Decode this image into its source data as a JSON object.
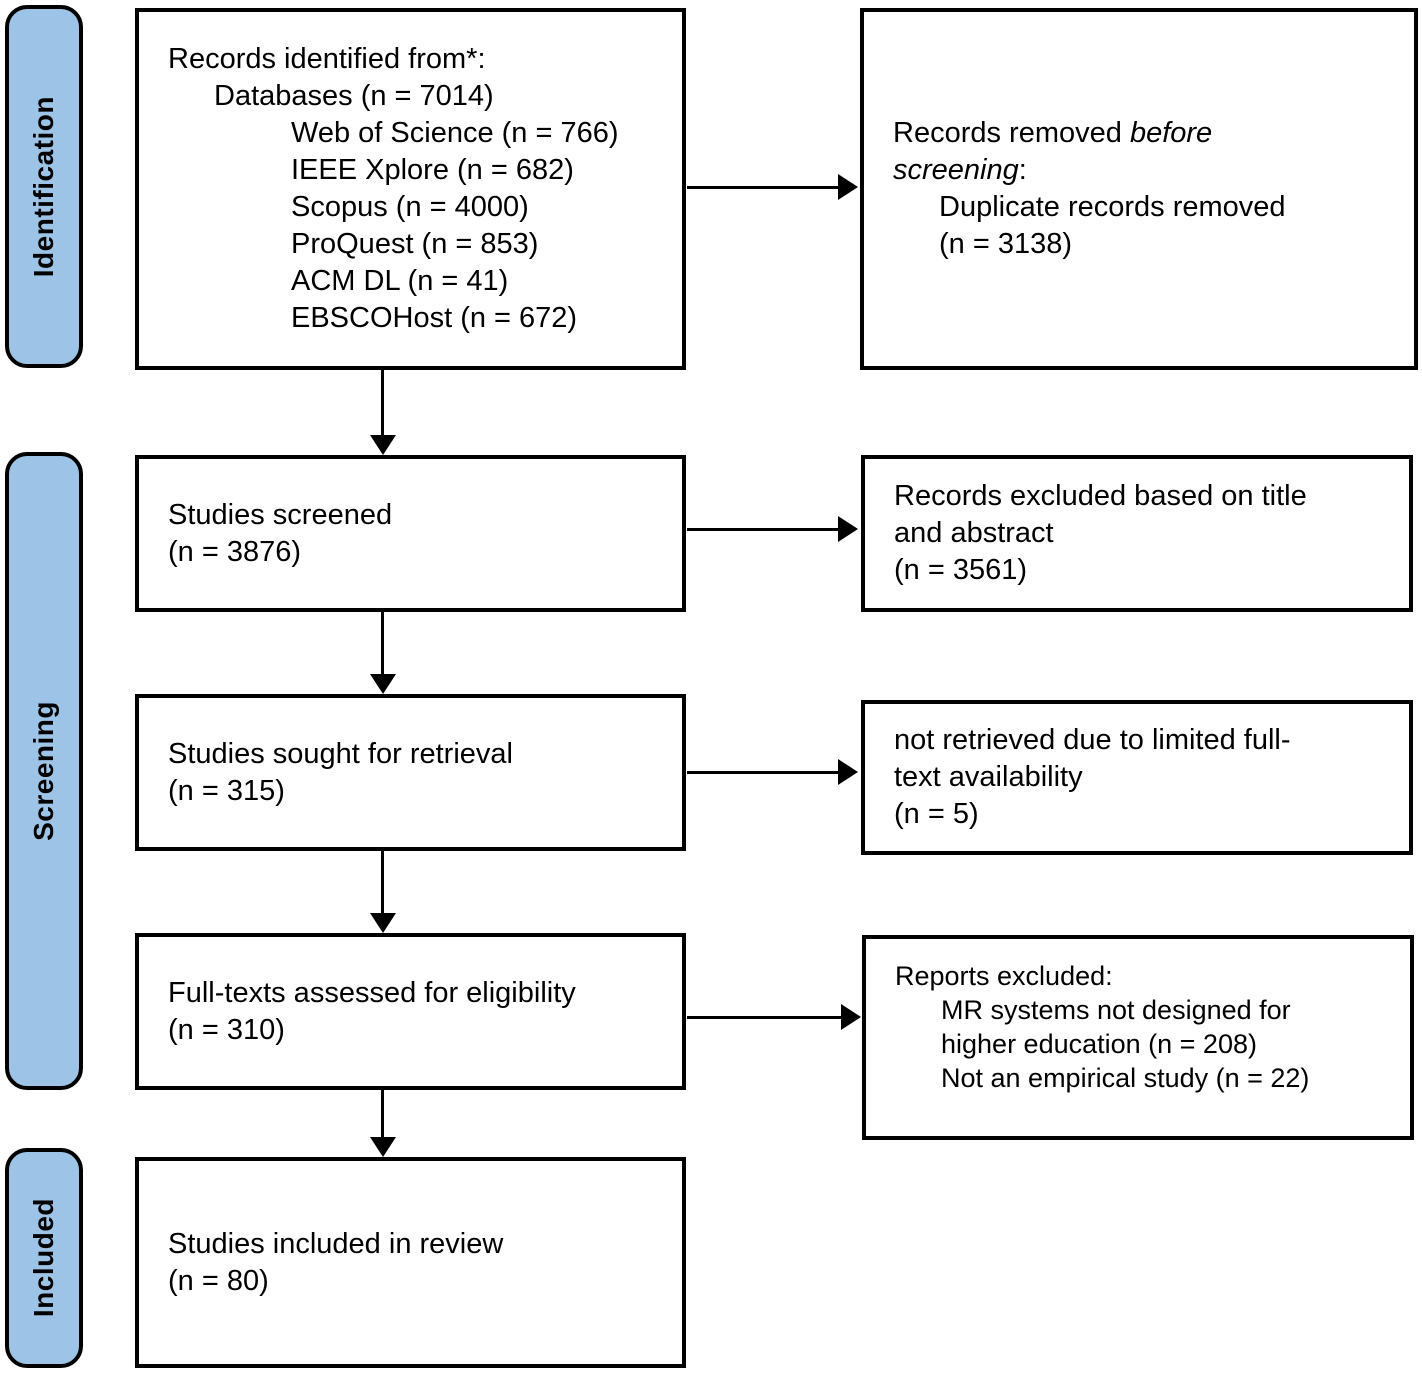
{
  "colors": {
    "stage_fill": "#9DC3E6",
    "border": "#000000",
    "box_fill": "#FFFFFF"
  },
  "stages": {
    "identification": "Identification",
    "screening": "Screening",
    "included": "Included"
  },
  "boxes": {
    "records_identified": {
      "lines": [
        {
          "indent": 0,
          "parts": [
            {
              "t": "Records identified from*:"
            }
          ]
        },
        {
          "indent": 1,
          "parts": [
            {
              "t": "Databases (n = 7014)"
            }
          ]
        },
        {
          "indent": 2,
          "parts": [
            {
              "t": "Web of Science (n = 766)"
            }
          ]
        },
        {
          "indent": 2,
          "parts": [
            {
              "t": "IEEE Xplore (n = 682)"
            }
          ]
        },
        {
          "indent": 2,
          "parts": [
            {
              "t": "Scopus (n = 4000)"
            }
          ]
        },
        {
          "indent": 2,
          "parts": [
            {
              "t": "ProQuest (n = 853)"
            }
          ]
        },
        {
          "indent": 2,
          "parts": [
            {
              "t": "ACM DL (n = 41)"
            }
          ]
        },
        {
          "indent": 2,
          "parts": [
            {
              "t": "EBSCOHost (n = 672)"
            }
          ]
        }
      ]
    },
    "records_removed": {
      "lines": [
        {
          "indent": 0,
          "parts": [
            {
              "t": "Records removed "
            },
            {
              "t": "before",
              "i": true
            }
          ]
        },
        {
          "indent": 0,
          "parts": [
            {
              "t": "screening",
              "i": true
            },
            {
              "t": ":"
            }
          ]
        },
        {
          "indent": 1,
          "parts": [
            {
              "t": "Duplicate records removed"
            }
          ]
        },
        {
          "indent": 1,
          "parts": [
            {
              "t": "(n = 3138)"
            }
          ]
        }
      ]
    },
    "studies_screened": {
      "lines": [
        {
          "indent": 0,
          "parts": [
            {
              "t": "Studies screened"
            }
          ]
        },
        {
          "indent": 0,
          "parts": [
            {
              "t": "(n = 3876)"
            }
          ]
        }
      ]
    },
    "records_excluded": {
      "lines": [
        {
          "indent": 0,
          "parts": [
            {
              "t": "Records excluded based on title"
            }
          ]
        },
        {
          "indent": 0,
          "parts": [
            {
              "t": "and abstract"
            }
          ]
        },
        {
          "indent": 0,
          "parts": [
            {
              "t": "(n = 3561)"
            }
          ]
        }
      ]
    },
    "studies_sought": {
      "lines": [
        {
          "indent": 0,
          "parts": [
            {
              "t": "Studies sought for retrieval"
            }
          ]
        },
        {
          "indent": 0,
          "parts": [
            {
              "t": "(n = 315)"
            }
          ]
        }
      ]
    },
    "not_retrieved": {
      "lines": [
        {
          "indent": 0,
          "parts": [
            {
              "t": "not retrieved due to limited full-"
            }
          ]
        },
        {
          "indent": 0,
          "parts": [
            {
              "t": "text availability"
            }
          ]
        },
        {
          "indent": 0,
          "parts": [
            {
              "t": "(n = 5)"
            }
          ]
        }
      ]
    },
    "fulltexts_assessed": {
      "lines": [
        {
          "indent": 0,
          "parts": [
            {
              "t": "Full-texts assessed for eligibility"
            }
          ]
        },
        {
          "indent": 0,
          "parts": [
            {
              "t": "(n = 310)"
            }
          ]
        }
      ]
    },
    "reports_excluded": {
      "lines": [
        {
          "indent": 0,
          "parts": [
            {
              "t": "Reports excluded:"
            }
          ]
        },
        {
          "indent": 1,
          "parts": [
            {
              "t": "MR systems not designed for"
            }
          ]
        },
        {
          "indent": 1,
          "parts": [
            {
              "t": "higher education (n = 208)"
            }
          ]
        },
        {
          "indent": 1,
          "parts": [
            {
              "t": "Not an empirical study (n = 22)"
            }
          ]
        }
      ]
    },
    "studies_included": {
      "lines": [
        {
          "indent": 0,
          "parts": [
            {
              "t": "Studies included in review"
            }
          ]
        },
        {
          "indent": 0,
          "parts": [
            {
              "t": "(n = 80)"
            }
          ]
        }
      ]
    }
  }
}
